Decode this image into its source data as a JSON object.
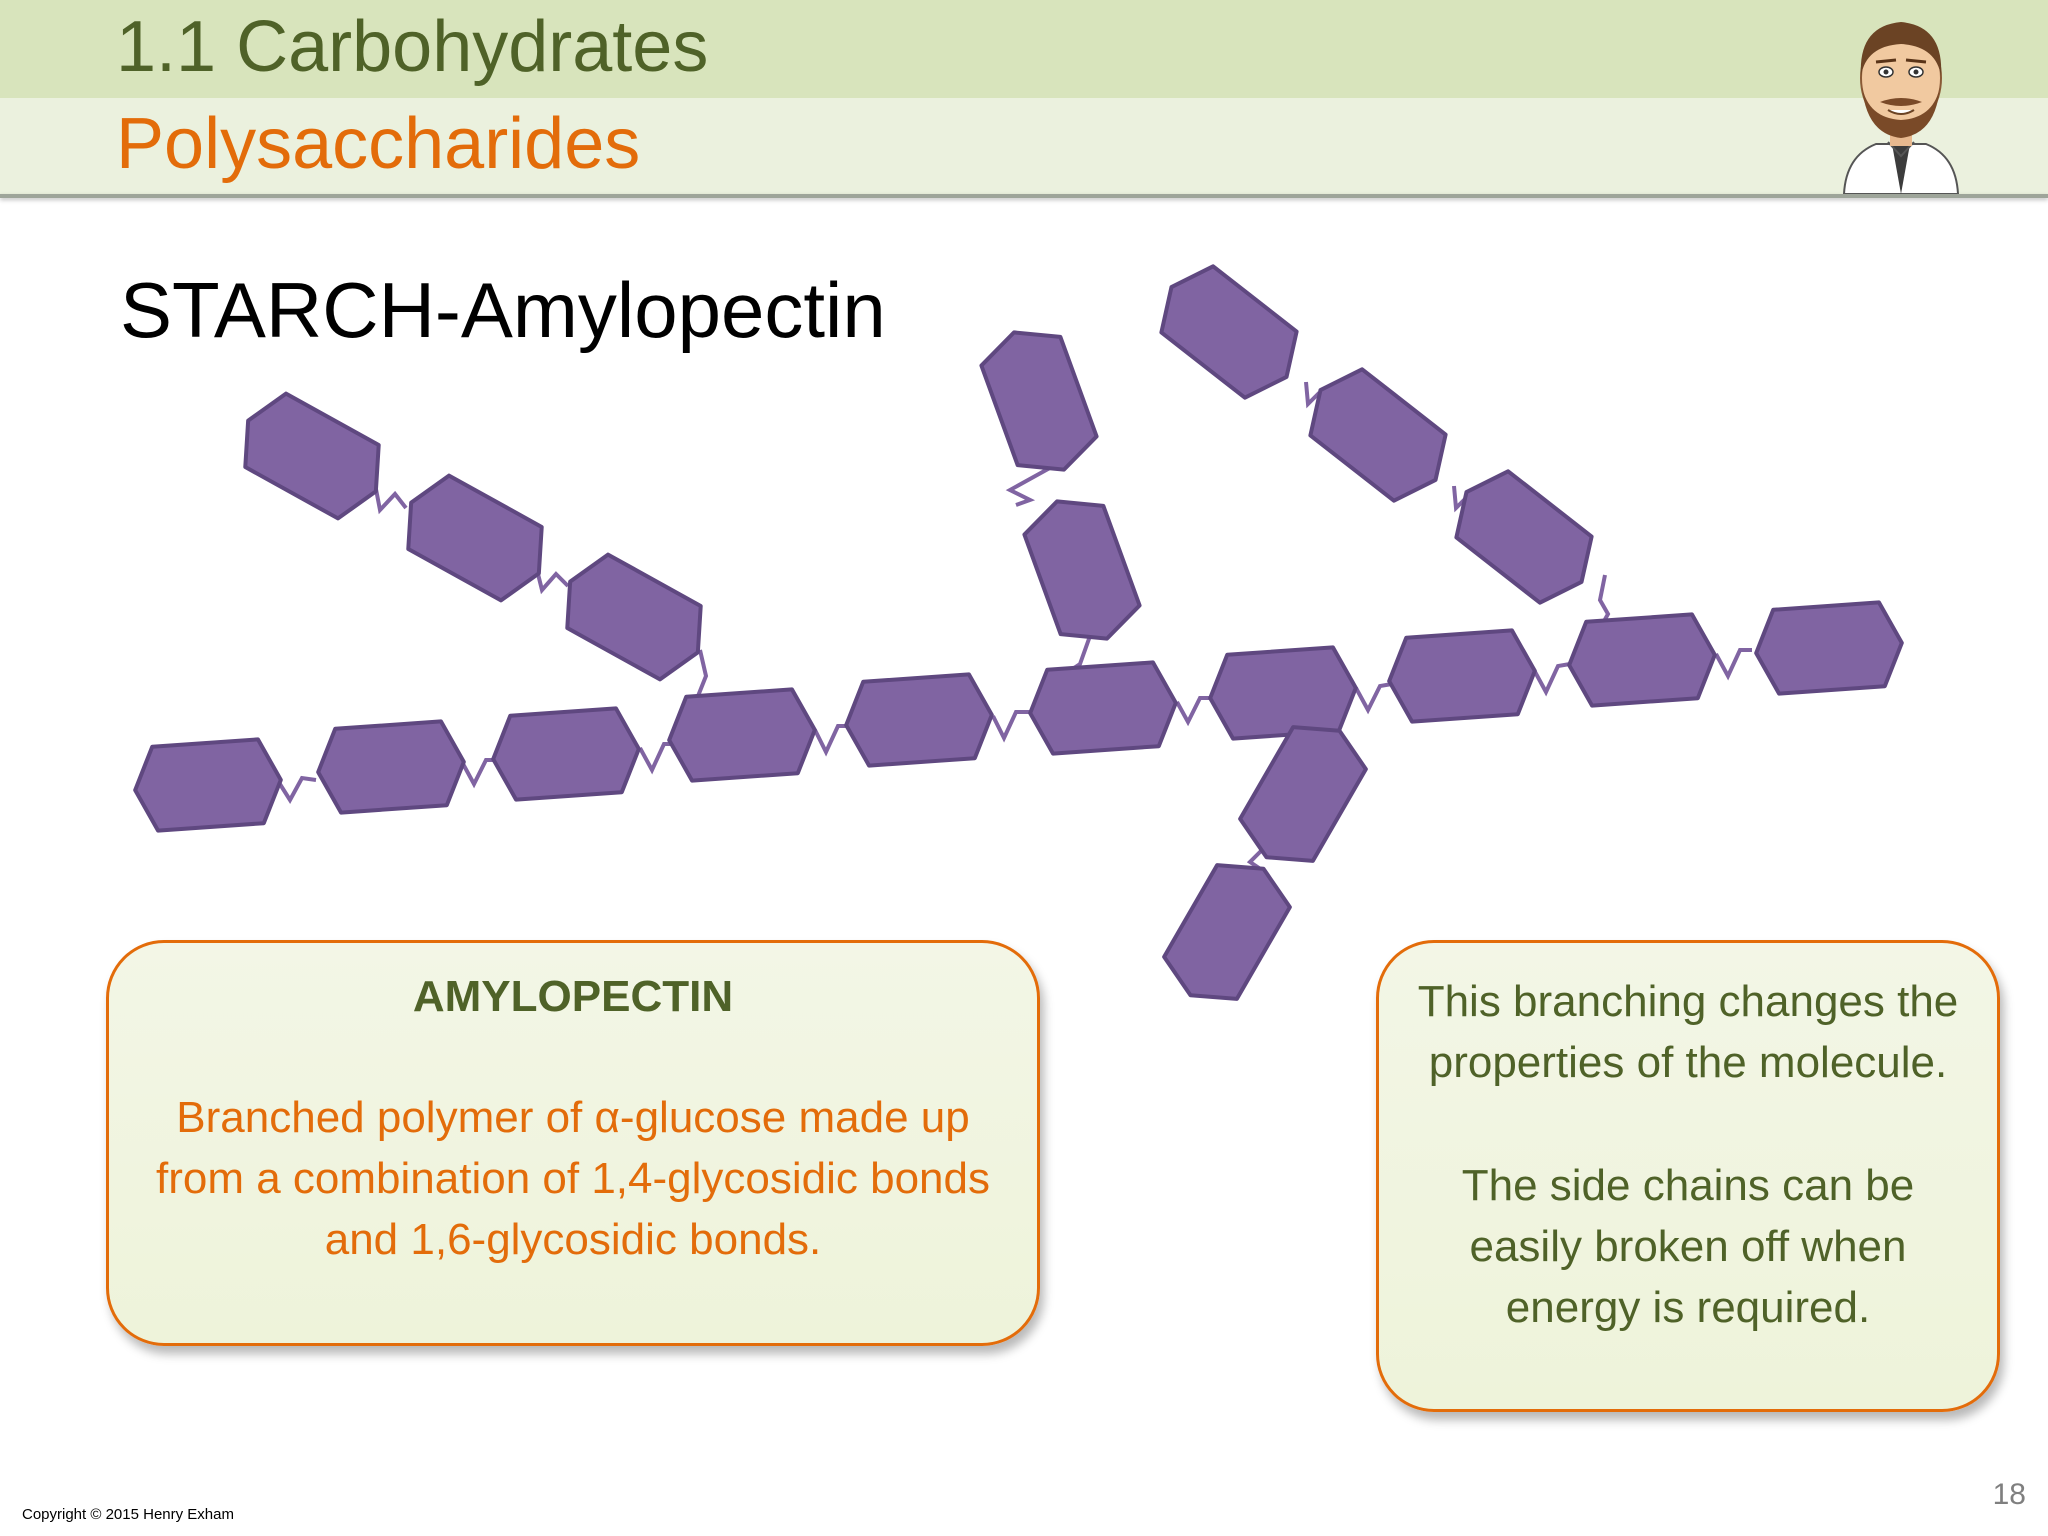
{
  "header": {
    "topic": "1.1 Carbohydrates",
    "subtopic": "Polysaccharides",
    "avatar_icon": "teacher-avatar-icon"
  },
  "title": "STARCH-Amylopectin",
  "left_box": {
    "heading": "AMYLOPECTIN",
    "body": "Branched polymer of α-glucose made up from a combination of 1,4-glycosidic bonds and 1,6-glycosidic bonds."
  },
  "right_box": {
    "paragraph_1": "This branching changes the properties of the molecule.",
    "paragraph_2": "The side chains can be easily broken off when energy is required."
  },
  "footer": {
    "copyright": "Copyright © 2015 Henry Exham",
    "page_number": "18"
  },
  "colors": {
    "band_top": "#d8e4bc",
    "band_bottom": "#ebf1de",
    "heading_green": "#4f6228",
    "accent_orange": "#e36c0a",
    "glucose_fill": "#8064a2",
    "glucose_stroke": "#5f4880"
  }
}
